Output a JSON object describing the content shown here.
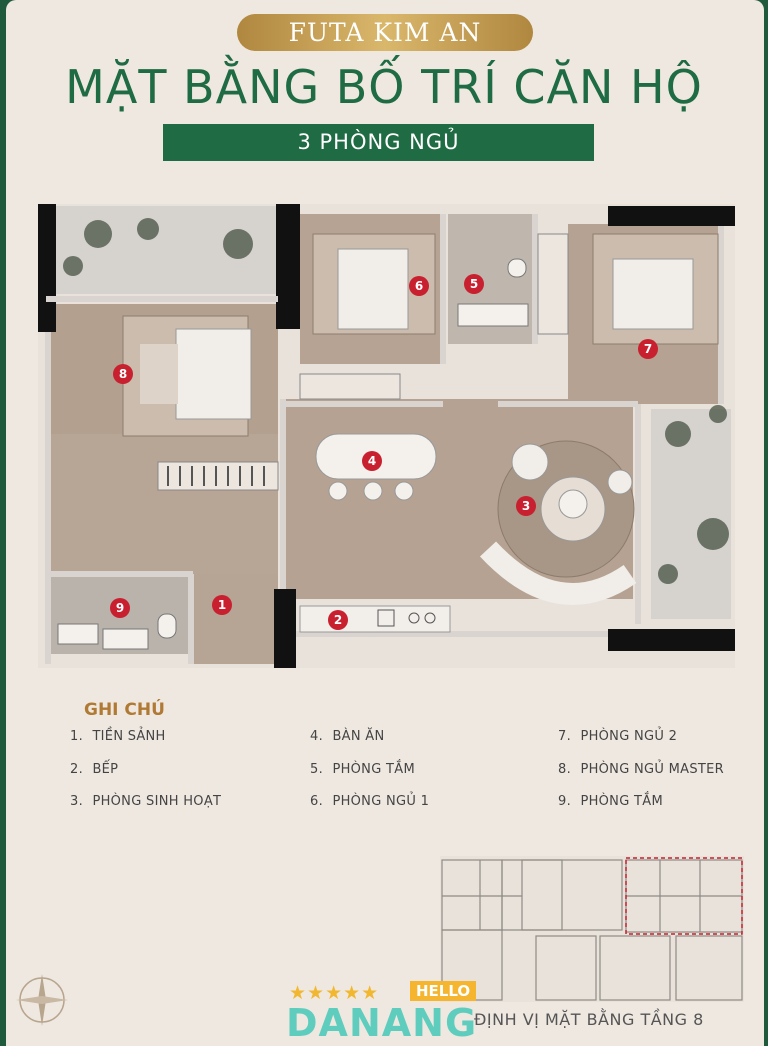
{
  "brand": "FUTA KIM AN",
  "title": "MẶT BẰNG BỐ TRÍ CĂN HỘ",
  "subtitle": "3 PHÒNG NGỦ",
  "room_markers": [
    "1",
    "2",
    "3",
    "4",
    "5",
    "6",
    "7",
    "8",
    "9"
  ],
  "notes": {
    "title": "GHI CHÚ",
    "items": [
      {
        "num": "1.",
        "label": "TIỀN SẢNH"
      },
      {
        "num": "2.",
        "label": "BẾP"
      },
      {
        "num": "3.",
        "label": "PHÒNG SINH HOẠT"
      },
      {
        "num": "4.",
        "label": "BÀN ĂN"
      },
      {
        "num": "5.",
        "label": "PHÒNG TẮM"
      },
      {
        "num": "6.",
        "label": "PHÒNG NGỦ 1"
      },
      {
        "num": "7.",
        "label": "PHÒNG NGỦ 2"
      },
      {
        "num": "8.",
        "label": "PHÒNG NGỦ MASTER"
      },
      {
        "num": "9.",
        "label": "PHÒNG TẮM"
      }
    ]
  },
  "keymap_label": "ĐỊNH VỊ MẶT BẰNG TẦNG 8",
  "watermark": {
    "hello": "HELLO",
    "danang": "DANANG",
    "stars": "★★★★★"
  },
  "colors": {
    "accent_green": "#1f6b43",
    "gold": "#c9a45a",
    "marker_red": "#c8202f",
    "floor": "#b9a796"
  }
}
